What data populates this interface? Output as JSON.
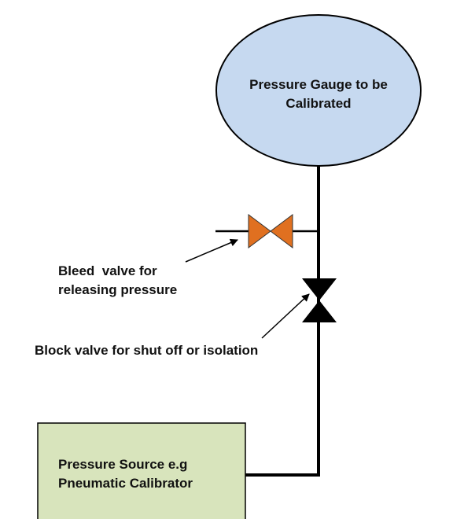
{
  "gauge": {
    "line1": "Pressure Gauge to be",
    "line2": "Calibrated",
    "fill": "#c6d9f0"
  },
  "bleed_valve": {
    "line1": "Bleed  valve for",
    "line2": "releasing pressure",
    "color": "#e07020"
  },
  "block_valve": {
    "label": "Block valve for shut off or isolation",
    "color": "#000000"
  },
  "source": {
    "line1": "Pressure Source e.g",
    "line2": "Pneumatic Calibrator",
    "fill": "#d8e4bc"
  }
}
